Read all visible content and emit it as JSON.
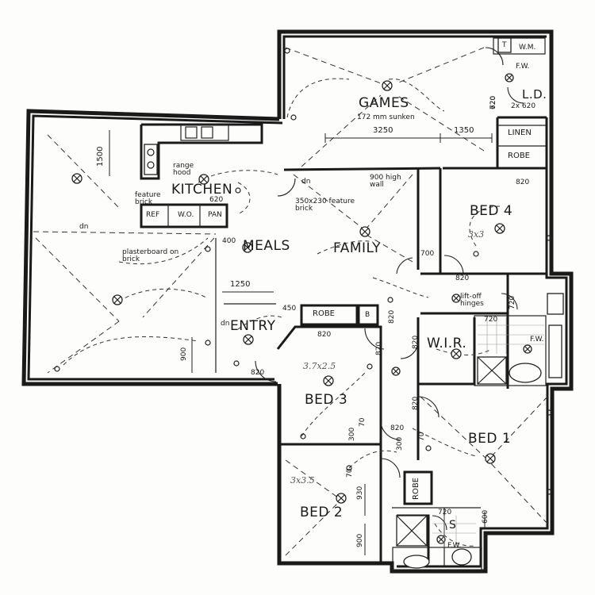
{
  "rooms": {
    "games": "GAMES",
    "kitchen": "KITCHEN",
    "meals": "MEALS",
    "family": "FAMILY",
    "entry": "ENTRY",
    "bed1": "BED 1",
    "bed2": "BED 2",
    "bed3": "BED 3",
    "bed4": "BED 4",
    "wir": "W.I.R.",
    "ld": "L.D.",
    "linen": "LINEN",
    "robe_upper": "ROBE",
    "robe_entry": "ROBE",
    "robe_bed2": "ROBE",
    "s": "S"
  },
  "notes": {
    "sunken": "172 mm sunken",
    "range_hood": "range hood",
    "feature_brick_1": "feature brick",
    "plasterboard": "plasterboard on brick",
    "high_wall": "900 high wall",
    "feature_brick_2": "350x230 feature brick",
    "lift_off": "lift-off hinges",
    "dn1": "dn",
    "dn2": "dn",
    "dn3": "dn",
    "ref": "REF",
    "wo": "W.O.",
    "pan": "PAN",
    "t": "T",
    "wm": "W.M.",
    "fw1": "F.W.",
    "fw2": "F.W.",
    "fw3": "F.W.",
    "b": "B",
    "two_x_620": "2x 620"
  },
  "dims": {
    "d3250": "3250",
    "d1350": "1350",
    "d1500": "1500",
    "d1250": "1250",
    "d400": "400",
    "d450": "450",
    "d700": "700",
    "d620": "620",
    "d720a": "720",
    "d720b": "720",
    "d720c": "720",
    "d720d": "720",
    "d820_bed4": "820",
    "d820_fam": "820",
    "d820_robe": "820",
    "d820_b3v": "820",
    "d820_b3": "820",
    "d820_b1": "820",
    "d820_wir": "820",
    "d820_b2": "820",
    "d820_entry": "820",
    "d900_entry": "900",
    "d900_b2": "900",
    "d930": "930",
    "d300_b3": "300",
    "d300_b2": "300",
    "d70a": "70",
    "d70b": "70",
    "d70c": "70",
    "d600": "600",
    "d620_k": "620"
  },
  "sizes": {
    "bed4": "3x3",
    "bed3": "3.7x2.5",
    "bed2": "3x3.5"
  },
  "colors": {
    "ink": "#1a1a1a",
    "paper": "#fdfdfb"
  }
}
